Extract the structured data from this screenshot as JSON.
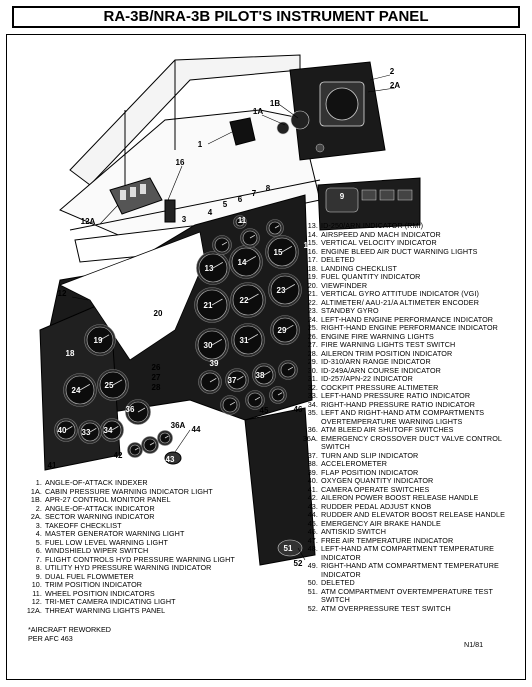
{
  "title": "RA-3B/NRA-3B  PILOT'S  INSTRUMENT  PANEL",
  "callouts": [
    "1",
    "1A",
    "1B",
    "2",
    "2A",
    "3",
    "4",
    "5",
    "6",
    "7",
    "8",
    "9",
    "10",
    "11",
    "12",
    "12A",
    "13",
    "14",
    "15",
    "16",
    "18",
    "19",
    "20",
    "21",
    "22",
    "23",
    "24",
    "25",
    "26",
    "27",
    "28",
    "29",
    "30",
    "31",
    "33",
    "34",
    "35",
    "36",
    "36A",
    "37",
    "38",
    "39",
    "40",
    "41",
    "42",
    "43",
    "44",
    "45",
    "46",
    "51",
    "52"
  ],
  "legend_right": [
    {
      "num": "13.",
      "text": "ID-250/ARN INDICATOR (RMI)"
    },
    {
      "num": "14.",
      "text": "AIRSPEED AND MACH INDICATOR"
    },
    {
      "num": "15.",
      "text": "VERTICAL VELOCITY INDICATOR"
    },
    {
      "num": "16.",
      "text": "ENGINE BLEED AIR DUCT WARNING LIGHTS"
    },
    {
      "num": "17.",
      "text": "DELETED"
    },
    {
      "num": "18.",
      "text": "LANDING CHECKLIST"
    },
    {
      "num": "19.",
      "text": "FUEL QUANTITY INDICATOR"
    },
    {
      "num": "20.",
      "text": "VIEWFINDER"
    },
    {
      "num": "21.",
      "text": "VERTICAL GYRO ATTITUDE INDICATOR (VGI)"
    },
    {
      "num": "22.",
      "text": "ALTIMETER/ AAU-21/A ALTIMETER ENCODER"
    },
    {
      "num": "23.",
      "text": "STANDBY GYRO"
    },
    {
      "num": "24.",
      "text": "LEFT-HAND ENGINE PERFORMANCE INDICATOR"
    },
    {
      "num": "25.",
      "text": "RIGHT-HAND ENGINE PERFORMANCE INDICATOR"
    },
    {
      "num": "26.",
      "text": "ENGINE FIRE WARNING LIGHTS"
    },
    {
      "num": "27.",
      "text": "FIRE WARNING LIGHTS TEST SWITCH"
    },
    {
      "num": "28.",
      "text": "AILERON TRIM POSITION INDICATOR"
    },
    {
      "num": "29.",
      "text": "ID-310/ARN RANGE INDICATOR"
    },
    {
      "num": "30.",
      "text": "ID-249A/ARN COURSE INDICATOR"
    },
    {
      "num": "31.",
      "text": "ID-257/APN-22 INDICATOR"
    },
    {
      "num": "32.",
      "text": "COCKPIT PRESSURE ALTIMETER"
    },
    {
      "num": "33.",
      "text": "LEFT-HAND PRESSURE RATIO INDICATOR"
    },
    {
      "num": "34.",
      "text": "RIGHT-HAND PRESSURE RATIO INDICATOR"
    },
    {
      "num": "35.",
      "text": "LEFT AND RIGHT-HAND ATM COMPARTMENTS OVERTEMPERATURE WARNING LIGHTS"
    },
    {
      "num": "36.",
      "text": "ATM BLEED AIR SHUTOFF SWITCHES"
    },
    {
      "num": "36A.",
      "text": "EMERGENCY CROSSOVER DUCT VALVE CONTROL SWITCH"
    },
    {
      "num": "37.",
      "text": "TURN AND SLIP INDICATOR"
    },
    {
      "num": "38.",
      "text": "ACCELEROMETER"
    },
    {
      "num": "39.",
      "text": "FLAP POSITION INDICATOR"
    },
    {
      "num": "40.",
      "text": "OXYGEN QUANTITY INDICATOR"
    },
    {
      "num": "41.",
      "text": "CAMERA OPERATE SWITCHES"
    },
    {
      "num": "42.",
      "text": "AILERON POWER BOOST RELEASE HANDLE"
    },
    {
      "num": "43.",
      "text": "RUDDER PEDAL ADJUST KNOB"
    },
    {
      "num": "44.",
      "text": "RUDDER AND ELEVATOR BOOST RELEASE HANDLE"
    },
    {
      "num": "45.",
      "text": "EMERGENCY AIR BRAKE HANDLE"
    },
    {
      "num": "46.",
      "text": "ANTISKID SWITCH"
    },
    {
      "num": "47.",
      "text": "FREE AIR TEMPERATURE INDICATOR"
    },
    {
      "num": "48.",
      "text": "LEFT-HAND ATM COMPARTMENT TEMPERATURE INDICATOR"
    },
    {
      "num": "49.",
      "text": "RIGHT-HAND ATM COMPARTMENT TEMPERATURE INDICATOR"
    },
    {
      "num": "50.",
      "text": "DELETED"
    },
    {
      "num": "51.",
      "text": "ATM COMPARTMENT OVERTEMPERATURE TEST SWITCH"
    },
    {
      "num": "52.",
      "text": "ATM OVERPRESSURE TEST SWITCH"
    }
  ],
  "legend_left": [
    {
      "num": "1.",
      "text": "ANGLE-OF-ATTACK INDEXER"
    },
    {
      "num": "1A.",
      "text": "CABIN PRESSURE WARNING INDICATOR LIGHT"
    },
    {
      "num": "1B.",
      "text": "APR-27 CONTROL MONITOR PANEL"
    },
    {
      "num": "2.",
      "text": "ANGLE-OF-ATTACK INDICATOR"
    },
    {
      "num": "2A.",
      "text": "SECTOR WARNING INDICATOR"
    },
    {
      "num": "3.",
      "text": "TAKEOFF CHECKLIST"
    },
    {
      "num": "4.",
      "text": "MASTER GENERATOR WARNING LIGHT"
    },
    {
      "num": "5.",
      "text": "FUEL LOW LEVEL WARNING LIGHT"
    },
    {
      "num": "6.",
      "text": "WINDSHIELD WIPER SWITCH"
    },
    {
      "num": "7.",
      "text": "FLIGHT CONTROLS HYD PRESSURE WARNING LIGHT"
    },
    {
      "num": "8.",
      "text": "UTILITY HYD PRESSURE WARNING INDICATOR"
    },
    {
      "num": "9.",
      "text": "DUAL FUEL FLOWMETER"
    },
    {
      "num": "10.",
      "text": "TRIM POSITION INDICATOR"
    },
    {
      "num": "11.",
      "text": "WHEEL POSITION INDICATORS"
    },
    {
      "num": "12.",
      "text": "TRI-MET CAMERA INDICATING LIGHT"
    },
    {
      "num": "12A.",
      "text": "THREAT WARNING LIGHTS PANEL"
    }
  ],
  "note": [
    "*AIRCRAFT REWORKED",
    "PER AFC 463"
  ],
  "sheet_id": "N1/81"
}
